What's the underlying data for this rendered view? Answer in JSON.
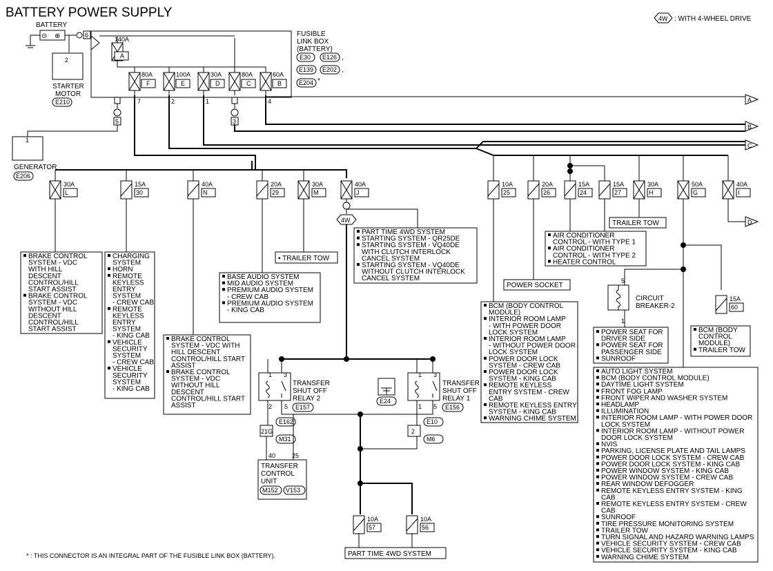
{
  "title": "BATTERY POWER SUPPLY",
  "legend_4w": "4W",
  "legend_4w_text": ": WITH 4-WHEEL DRIVE",
  "battery": "BATTERY",
  "starter_motor": [
    "STARTER",
    "MOTOR"
  ],
  "starter_conn": "E210",
  "generator": "GENERATOR",
  "generator_conn": "E206",
  "fusible_link_box": [
    "FUSIBLE",
    "LINK BOX",
    "(BATTERY)"
  ],
  "flb_connectors": [
    "E30",
    "E126",
    "E139",
    "E202",
    "E204"
  ],
  "flb_star": "*",
  "links": [
    {
      "amp": "140A",
      "id": "A"
    },
    {
      "amp": "80A",
      "id": "F"
    },
    {
      "amp": "100A",
      "id": "E"
    },
    {
      "amp": "30A",
      "id": "D"
    },
    {
      "amp": "80A",
      "id": "C"
    },
    {
      "amp": "60A",
      "id": "B"
    }
  ],
  "pins": [
    "1",
    "2",
    "3",
    "5",
    "6",
    "7",
    "2",
    "1",
    "4",
    "2",
    "1",
    "3",
    "5",
    "1",
    "2",
    "3",
    "5",
    "40",
    "25",
    "21G",
    "2",
    "1",
    "2"
  ],
  "arrows": [
    "A",
    "B",
    "C",
    "D"
  ],
  "fuses": [
    {
      "amp": "30A",
      "id": "L"
    },
    {
      "amp": "15A",
      "id": "30"
    },
    {
      "amp": "40A",
      "id": "N"
    },
    {
      "amp": "20A",
      "id": "29"
    },
    {
      "amp": "30A",
      "id": "M"
    },
    {
      "amp": "40A",
      "id": "J"
    },
    {
      "amp": "10A",
      "id": "25"
    },
    {
      "amp": "20A",
      "id": "26"
    },
    {
      "amp": "15A",
      "id": "24"
    },
    {
      "amp": "15A",
      "id": "27"
    },
    {
      "amp": "30A",
      "id": "H"
    },
    {
      "amp": "50A",
      "id": "G"
    },
    {
      "amp": "40A",
      "id": "I"
    },
    {
      "amp": "15A",
      "id": "60"
    },
    {
      "amp": "10A",
      "id": "57"
    },
    {
      "amp": "10A",
      "id": "56"
    }
  ],
  "box_brake1": [
    "BRAKE CONTROL",
    "SYSTEM - VDC",
    "WITH HILL",
    "DESCENT",
    "CONTROL/HILL",
    "START ASSIST",
    "BRAKE CONTROL",
    "SYSTEM - VDC",
    "WITHOUT HILL",
    "DESCENT",
    "CONTROL/HILL",
    "START ASSIST"
  ],
  "box_charging": [
    "CHARGING",
    "SYSTEM",
    "HORN",
    "REMOTE",
    "KEYLESS",
    "ENTRY",
    "SYSTEM",
    "- CREW CAB",
    "REMOTE",
    "KEYLESS",
    "ENTRY",
    "SYSTEM",
    "- KING CAB",
    "VEHICLE",
    "SECURITY",
    "SYSTEM",
    "- CREW CAB",
    "VEHICLE",
    "SECURITY",
    "SYSTEM",
    "- KING CAB"
  ],
  "box_brake2": [
    "BRAKE CONTROL",
    "SYSTEM - VDC WITH",
    "HILL DESCENT",
    "CONTROL/HILL START",
    "ASSIST",
    "BRAKE CONTROL",
    "SYSTEM - VDC",
    "WITHOUT HILL",
    "DESCENT",
    "CONTROL/HILL START",
    "ASSIST"
  ],
  "box_audio": [
    "BASE AUDIO SYSTEM",
    "MID AUDIO SYSTEM",
    "PREMIUM AUDIO SYSTEM",
    "- CREW CAB",
    "PREMIUM AUDIO SYSTEM",
    "- KING CAB"
  ],
  "box_trailer1": "TRAILER  TOW",
  "box_parttime": [
    "PART TIME 4WD SYSTEM",
    "STARTING SYSTEM - QR25DE",
    "STARTING SYSTEM - VQ40DE",
    "WITH CLUTCH INTERLOCK",
    "CANCEL SYSTEM",
    "STARTING SYSTEM - VQ40DE",
    "WITHOUT CLUTCH INTERLOCK",
    "CANCEL SYSTEM"
  ],
  "box_bcm": [
    "BCM (BODY CONTROL",
    "MODULE)",
    "INTERIOR ROOM LAMP",
    "- WITH POWER DOOR",
    "LOCK SYSTEM",
    "INTERIOR ROOM LAMP",
    "- WITHOUT POWER DOOR",
    "LOCK SYSTEM",
    "POWER DOOR LOCK",
    "SYSTEM - CREW CAB",
    "POWER DOOR LOCK",
    "SYSTEM - KING CAB",
    "REMOTE KEYLESS",
    "ENTRY SYSTEM - CREW",
    "CAB",
    "REMOTE KEYLESS ENTRY",
    "SYSTEM - KING CAB",
    "WARNING CHIME SYSTEM"
  ],
  "box_power_socket": "POWER SOCKET",
  "box_ac": [
    "AIR CONDITIONER",
    "CONTROL - WITH TYPE 1",
    "AIR CONDITIONER",
    "CONTROL - WITH TYPE 2",
    "HEATER CONTROL"
  ],
  "box_trailer2": "TRAILER TOW",
  "circuit_breaker": [
    "CIRCUIT",
    "BREAKER-2"
  ],
  "box_seat": [
    "POWER SEAT FOR",
    "DRIVER SIDE",
    "POWER SEAT FOR",
    "PASSENGER SIDE",
    "SUNROOF"
  ],
  "box_bcm2": [
    "BCM (BODY",
    "CONTROL",
    "MODULE)",
    "TRAILER TOW"
  ],
  "box_big": [
    "AUTO LIGHT SYSTEM",
    "BCM (BODY CONTROL MODULE)",
    "DAYTIME LIGHT SYSTEM",
    "FRONT FOG LAMP",
    "FRONT WIPER AND WASHER SYSTEM",
    "HEADLAMP",
    "ILLUMINATION",
    "INTERIOR ROOM LAMP - WITH POWER DOOR",
    "LOCK SYSTEM",
    "INTERIOR ROOM LAMP - WITHOUT POWER",
    "DOOR LOCK SYSTEM",
    "NVIS",
    "PARKING, LICENSE PLATE AND TAIL LAMPS",
    "POWER DOOR LOCK SYSTEM - CREW CAB",
    "POWER DOOR LOCK SYSTEM - KING CAB",
    "POWER WINDOW SYSTEM - KING CAB",
    "POWER WINDOW SYSTEM - CREW CAB",
    "REAR WINDOW DEFOGGER",
    "REMOTE KEYLESS ENTRY SYSTEM - KING",
    "CAB",
    "REMOTE KEYLESS ENTRY SYSTEM - CREW",
    "CAB",
    "SUNROOF",
    "TIRE PRESSURE MONITORING SYSTEM",
    "TRAILER TOW",
    "TURN SIGNAL AND HAZARD WARNING LAMPS",
    "VEHICLE SECURITY SYSTEM - CREW CAB",
    "VEHICLE SECURITY SYSTEM - KING CAB",
    "WARNING CHIME SYSTEM"
  ],
  "relay2": [
    "TRANSFER",
    "SHUT OFF",
    "RELAY 2"
  ],
  "relay2_conn": "E157",
  "relay1": [
    "TRANSFER",
    "SHUT OFF",
    "RELAY 1"
  ],
  "relay1_conn": "E156",
  "ground_conn": "E24",
  "conn_e162": "E162",
  "conn_m31": "M31",
  "conn_e10": "E10",
  "conn_m6": "M6",
  "tcu": [
    "TRANSFER",
    "CONTROL",
    "UNIT"
  ],
  "tcu_conns": [
    "M152",
    "V153"
  ],
  "box_parttime2": "PART TIME 4WD SYSTEM",
  "footnote": "* : THIS CONNECTOR IS AN INTEGRAL PART OF THE FUSIBLE LINK BOX (BATTERY)."
}
